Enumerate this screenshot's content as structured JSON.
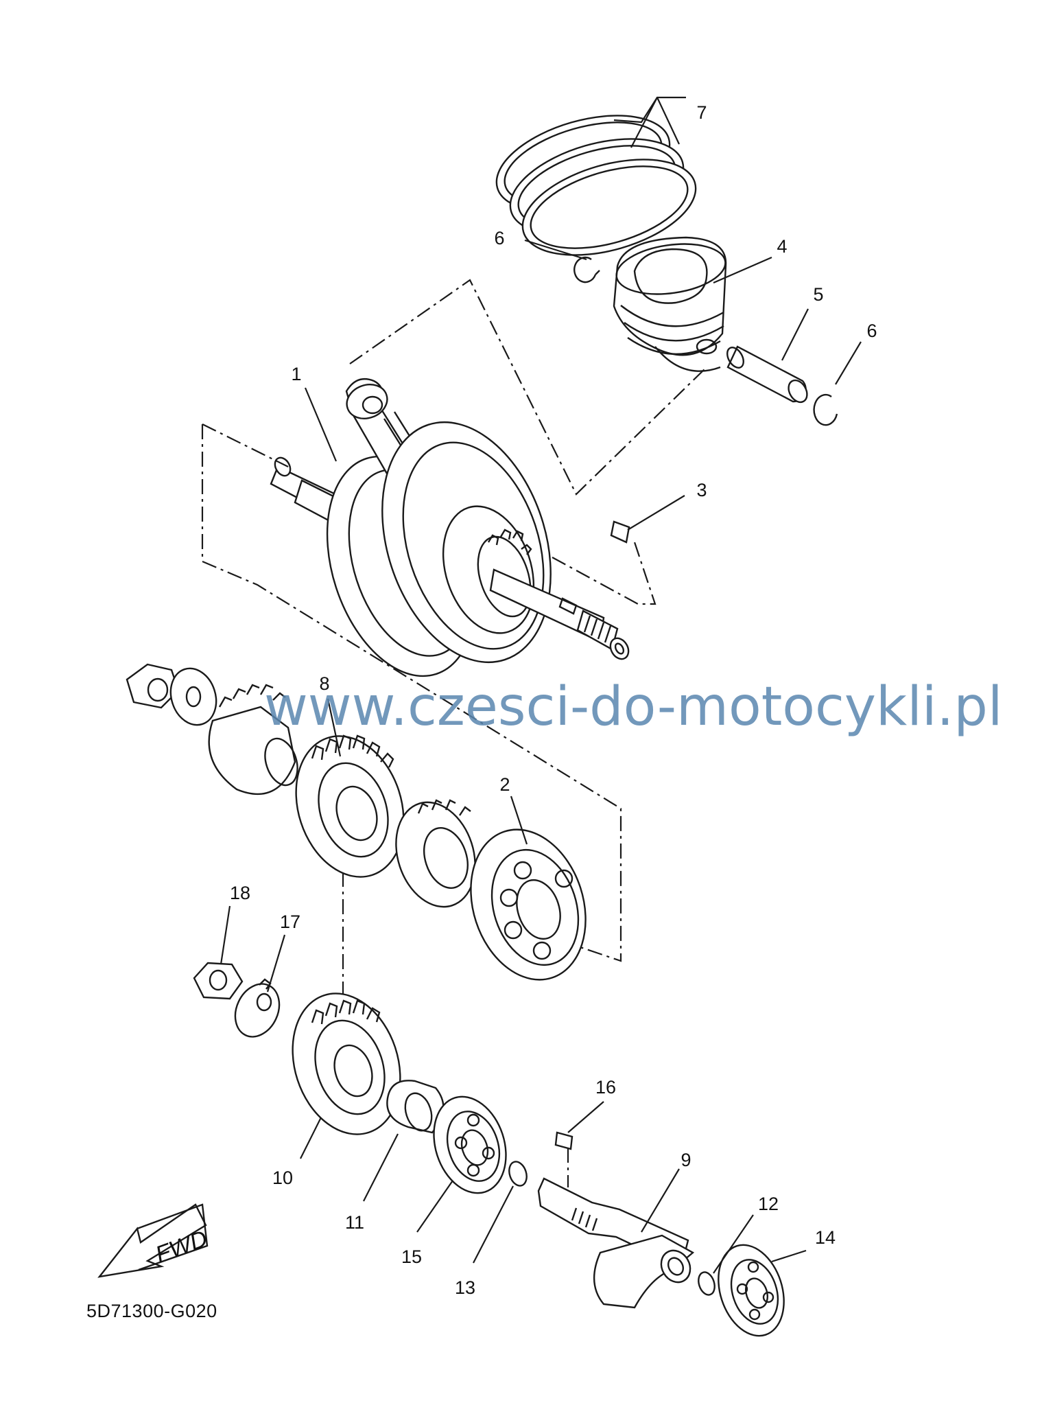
{
  "diagram": {
    "callouts": [
      {
        "id": "1",
        "label": "1"
      },
      {
        "id": "2",
        "label": "2"
      },
      {
        "id": "3",
        "label": "3"
      },
      {
        "id": "4",
        "label": "4"
      },
      {
        "id": "5",
        "label": "5"
      },
      {
        "id": "6a",
        "label": "6"
      },
      {
        "id": "6b",
        "label": "6"
      },
      {
        "id": "7",
        "label": "7"
      },
      {
        "id": "8",
        "label": "8"
      },
      {
        "id": "9",
        "label": "9"
      },
      {
        "id": "10",
        "label": "10"
      },
      {
        "id": "11",
        "label": "11"
      },
      {
        "id": "12",
        "label": "12"
      },
      {
        "id": "13",
        "label": "13"
      },
      {
        "id": "14",
        "label": "14"
      },
      {
        "id": "15",
        "label": "15"
      },
      {
        "id": "16",
        "label": "16"
      },
      {
        "id": "17",
        "label": "17"
      },
      {
        "id": "18",
        "label": "18"
      }
    ],
    "fwd_label": "FWD",
    "drawing_code": "5D71300-G020",
    "watermark": "www.czesci-do-motocykli.pl"
  }
}
